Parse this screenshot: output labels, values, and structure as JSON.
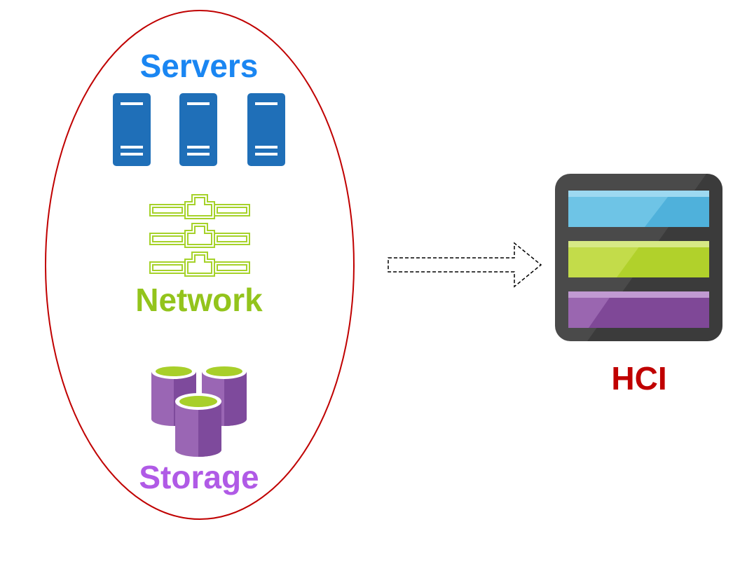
{
  "labels": {
    "servers": "Servers",
    "network": "Network",
    "storage": "Storage",
    "hci": "HCI"
  },
  "colors": {
    "servers_text": "#1a86f2",
    "network_text": "#93c41c",
    "storage_text": "#b05ae6",
    "hci_text": "#c00000",
    "ellipse_stroke": "#c00000",
    "server_blue": "#1f6fb8",
    "network_green": "#a6d22a",
    "storage_purple": "#8a4fa8",
    "storage_top": "#a8cf2a",
    "hci_frame": "#4a4a4a",
    "hci_blue": "#5ab7de",
    "hci_green": "#b9d72e",
    "hci_purple": "#8a4f9e"
  },
  "icons": {
    "servers": "server-rack-icon",
    "network": "network-switch-icon",
    "storage": "database-cylinder-icon",
    "arrow": "dashed-arrow-icon",
    "hci": "hci-appliance-icon"
  }
}
